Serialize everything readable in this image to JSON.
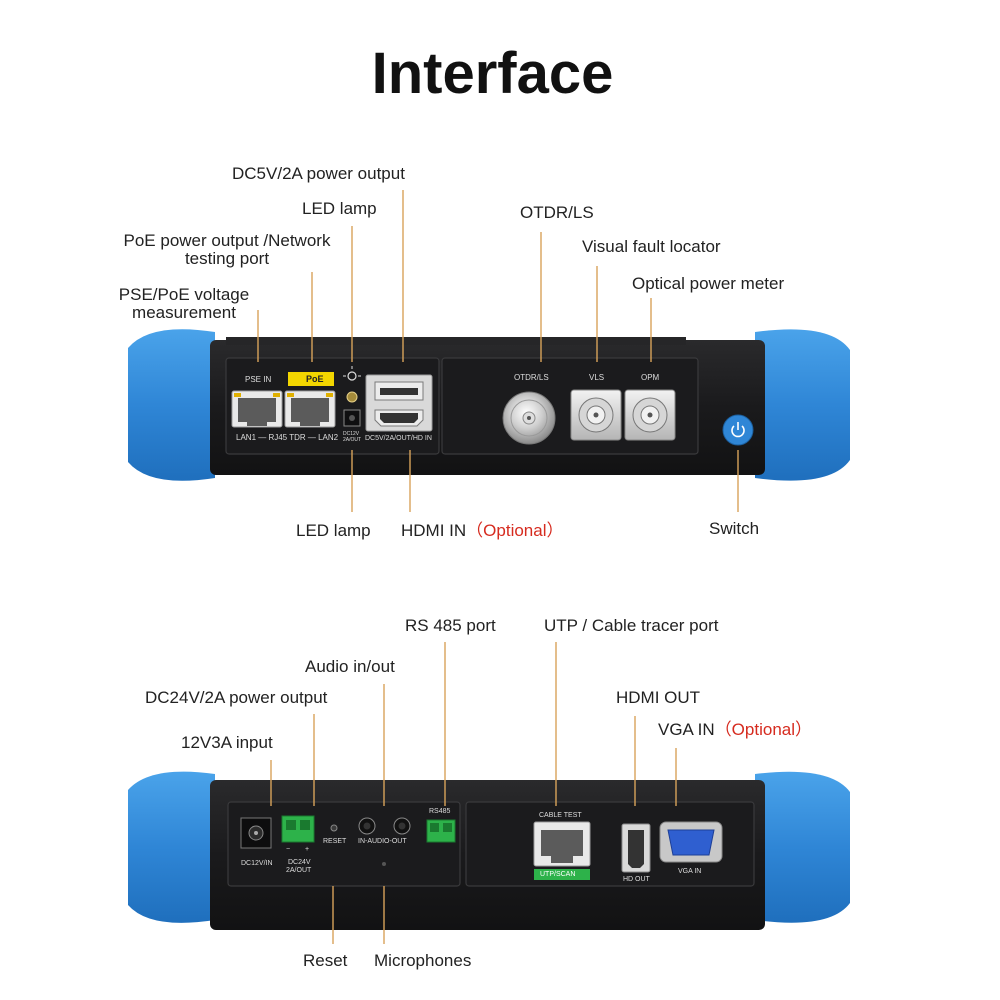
{
  "title": "Interface",
  "top_panel": {
    "labels": {
      "dc5v_power_output": "DC5V/2A power output",
      "led_lamp_top": "LED lamp",
      "otdr_ls": "OTDR/LS",
      "poe_output_line1": "PoE power output /Network",
      "poe_output_line2": "testing port",
      "visual_fault_locator": "Visual fault locator",
      "pse_poe_line1": "PSE/PoE voltage",
      "pse_poe_line2": "measurement",
      "optical_power_meter": "Optical power meter",
      "led_lamp_bottom": "LED lamp",
      "hdmi_in": "HDMI IN",
      "hdmi_in_optional": "（Optional）",
      "switch": "Switch"
    },
    "silkscreen": {
      "pse_in": "PSE IN",
      "poe": "PoE",
      "lan_caption": "LAN1 — RJ45 TDR — LAN2",
      "dc12v": "DC12V",
      "dc12v_sub": "2A/OUT",
      "dc5v_caption": "DC5V/2A/OUT/HD IN",
      "otdr_ls": "OTDR/LS",
      "vls": "VLS",
      "opm": "OPM"
    }
  },
  "bottom_panel": {
    "labels": {
      "rs485_port": "RS 485 port",
      "utp_cable_tracer": "UTP / Cable tracer port",
      "audio_in_out": "Audio in/out",
      "dc24v_power_output": "DC24V/2A power output",
      "hdmi_out": "HDMI OUT",
      "vga_in": "VGA IN",
      "vga_in_optional": "（Optional）",
      "input_12v3a": "12V3A input",
      "reset": "Reset",
      "microphones": "Microphones"
    },
    "silkscreen": {
      "dc12v_in": "DC12V/IN",
      "dc24v": "DC24V",
      "dc24v_sub": "2A/OUT",
      "minus": "−",
      "plus": "+",
      "reset": "RESET",
      "audio": "IN-AUDIO-OUT",
      "rs485": "RS485",
      "cable_test": "CABLE TEST",
      "utp_scan": "UTP/SCAN",
      "hd_out": "HD OUT",
      "vga_in": "VGA IN"
    }
  },
  "colors": {
    "bumper_blue": "#2f86d6",
    "device_dark": "#1c1c1e",
    "optional_red": "#d62b1f",
    "poe_yellow": "#f3d600",
    "terminal_green": "#2db24a",
    "vga_blue": "#2f5fd0"
  }
}
